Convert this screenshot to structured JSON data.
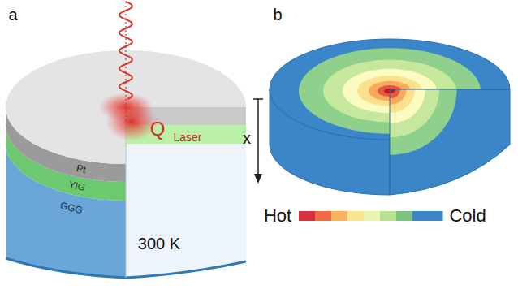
{
  "diagram": {
    "labels": [
      "a",
      "b",
      "Pt",
      "YIG",
      "GGG",
      "Q",
      "Laser",
      "x",
      "300 K",
      "Hot",
      "Cold"
    ]
  }
}
